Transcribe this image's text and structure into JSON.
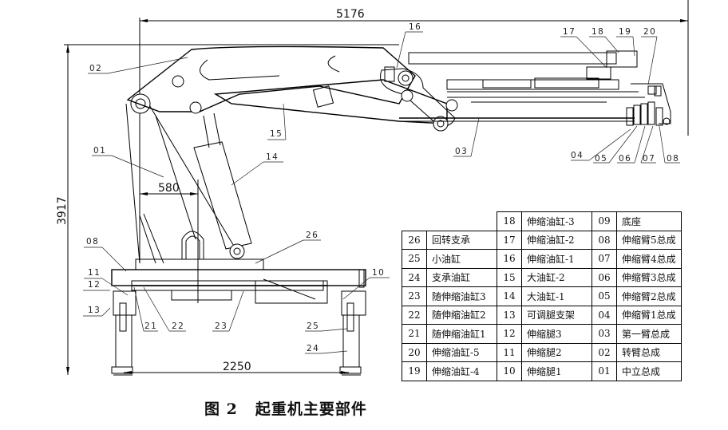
{
  "drawing": {
    "dimensions": {
      "overall_length": "5176",
      "overall_height": "3917",
      "column_offset": "580",
      "outrigger_span": "2250"
    },
    "callouts": [
      "01",
      "02",
      "03",
      "04",
      "05",
      "06",
      "07",
      "08",
      "08",
      "10",
      "11",
      "12",
      "13",
      "14",
      "15",
      "16",
      "17",
      "18",
      "19",
      "20",
      "21",
      "22",
      "23",
      "24",
      "25",
      "26"
    ]
  },
  "parts_table": {
    "rows": [
      [
        null,
        null,
        "18",
        "伸缩油缸-3",
        "09",
        "底座"
      ],
      [
        "26",
        "回转支承",
        "17",
        "伸缩油缸-2",
        "08",
        "伸缩臂5总成"
      ],
      [
        "25",
        "小油缸",
        "16",
        "伸缩油缸-1",
        "07",
        "伸缩臂4总成"
      ],
      [
        "24",
        "支承油缸",
        "15",
        "大油缸-2",
        "06",
        "伸缩臂3总成"
      ],
      [
        "23",
        "随伸缩油缸3",
        "14",
        "大油缸-1",
        "05",
        "伸缩臂2总成"
      ],
      [
        "22",
        "随伸缩油缸2",
        "13",
        "可调腿支架",
        "04",
        "伸缩臂1总成"
      ],
      [
        "21",
        "随伸缩油缸1",
        "12",
        "伸缩腿3",
        "03",
        "第一臂总成"
      ],
      [
        "20",
        "伸缩油缸-5",
        "11",
        "伸缩腿2",
        "02",
        "转臂总成"
      ],
      [
        "19",
        "伸缩油缸-4",
        "10",
        "伸缩腿1",
        "01",
        "中立总成"
      ]
    ]
  },
  "caption": {
    "figure_number": "图 2",
    "title": "起重机主要部件"
  }
}
